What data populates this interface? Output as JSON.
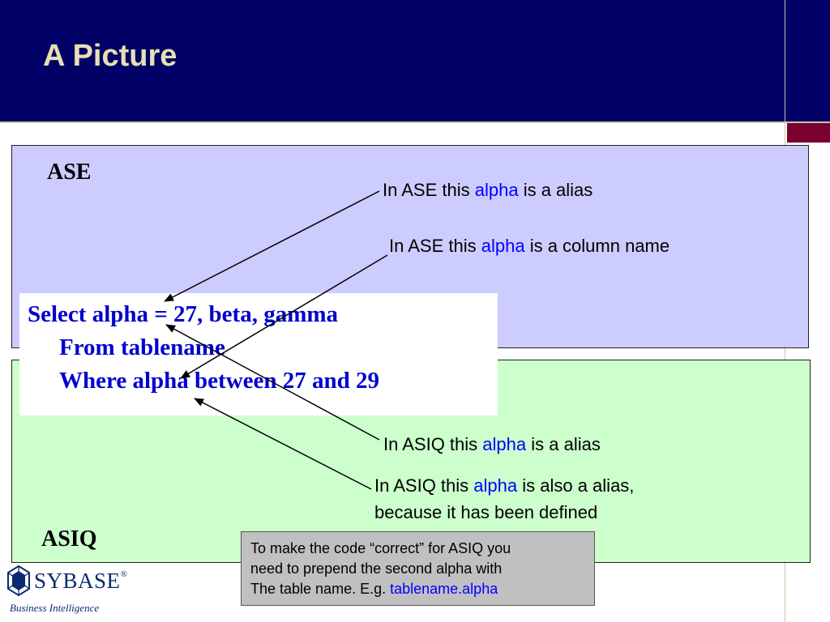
{
  "slide": {
    "title": "A Picture",
    "colors": {
      "header_bg": "#000066",
      "title_color": "#e6e0b4",
      "ase_box": "#ccccff",
      "asiq_box": "#ccffcc",
      "code_color": "#0000cc",
      "keyword_color": "#0000ff",
      "accent": "#7a0030"
    }
  },
  "ase": {
    "label": "ASE",
    "note_alias": {
      "pre": "In ASE this ",
      "keyword": "alpha",
      "post": " is a alias"
    },
    "note_column": {
      "pre": "In ASE this ",
      "keyword": "alpha",
      "post": " is a column name"
    }
  },
  "code": {
    "line1": "Select alpha = 27, beta, gamma",
    "line2": "From tablename",
    "line3": "Where alpha between 27 and 29"
  },
  "asiq": {
    "label": "ASIQ",
    "note_alias": {
      "pre": "In ASIQ this ",
      "keyword": "alpha",
      "post": " is a alias"
    },
    "note_also": {
      "pre": "In ASIQ this ",
      "keyword": "alpha",
      "post": " is also a alias,",
      "line2": "because it has been defined"
    }
  },
  "tip": {
    "line1": "To make the code “correct” for ASIQ you",
    "line2": "need to prepend the second alpha with",
    "line3_pre": "The table name. E.g. ",
    "line3_keyword": "tablename.alpha"
  },
  "logo": {
    "wordmark": "SYBASE",
    "registered": "®",
    "tagline": "Business Intelligence",
    "icon": "sybase-logo-icon"
  }
}
